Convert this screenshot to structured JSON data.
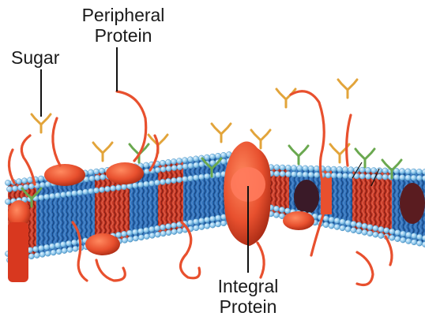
{
  "labels": {
    "sugar": "Sugar",
    "peripheral_line1": "Peripheral",
    "peripheral_line2": "Protein",
    "integral_line1": "Integral",
    "integral_line2": "Protein"
  },
  "colors": {
    "lipid_head": "#8fc8ec",
    "lipid_head_stroke": "#4e94c4",
    "tail_blue": "#2f6fb8",
    "tail_red": "#c43826",
    "protein": "#e8502e",
    "protein_dark": "#b8321a",
    "sugar": "#e2a43a",
    "sugar_green": "#6aa84f",
    "pointer_line": "#111111"
  }
}
